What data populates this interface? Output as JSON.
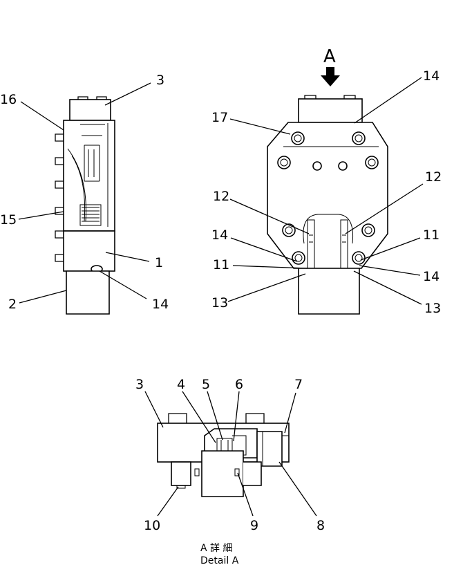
{
  "view_a_marker": "A",
  "labels": {
    "l3": "3",
    "l16": "16",
    "l15": "15",
    "l1": "1",
    "l2": "2",
    "l14a": "14",
    "r14top": "14",
    "r17": "17",
    "r12l": "12",
    "r12r": "12",
    "r14l": "14",
    "r11l": "11",
    "r13l": "13",
    "r11r": "11",
    "r14r": "14",
    "r13r": "13",
    "d3": "3",
    "d4": "4",
    "d5": "5",
    "d6": "6",
    "d7": "7",
    "d8": "8",
    "d9": "9",
    "d10": "10"
  },
  "detail_caption_jp": "A 詳 細",
  "detail_caption_en": "Detail A"
}
